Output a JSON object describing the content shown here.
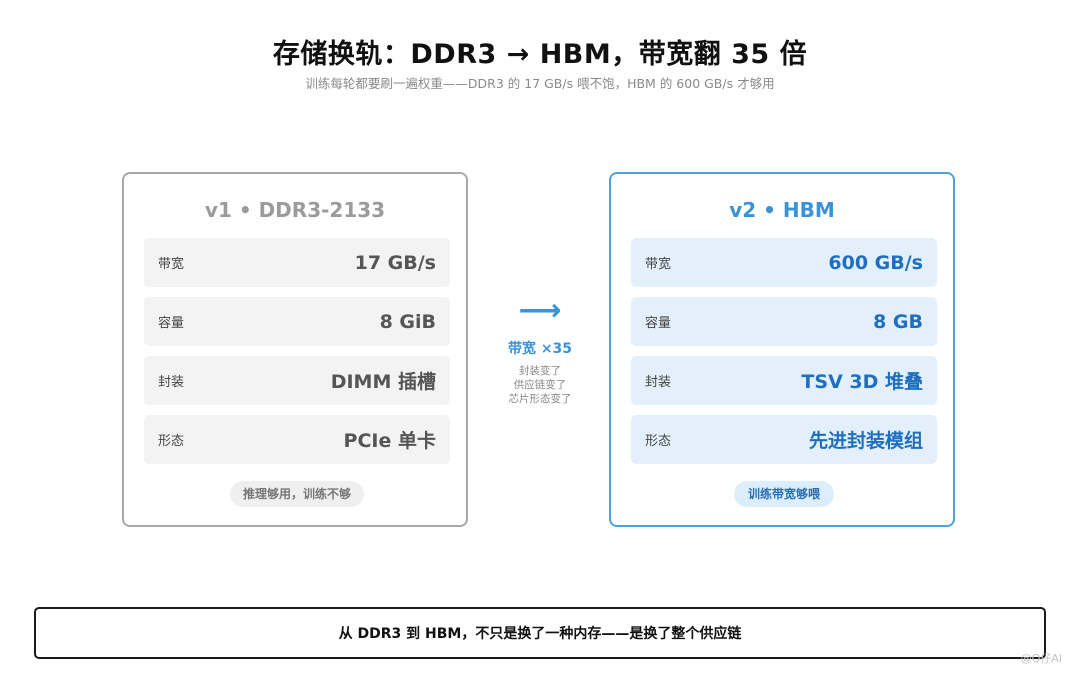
{
  "title": "存储换轨：DDR3 → HBM，带宽翻 35 倍",
  "subtitle": "训练每轮都要刷一遍权重——DDR3 的 17 GB/s 喂不饱，HBM 的 600 GB/s 才够用",
  "cards": [
    {
      "title": "v1 • DDR3-2133",
      "rows": [
        {
          "label": "带宽",
          "value": "17 GB/s"
        },
        {
          "label": "容量",
          "value": "8 GiB"
        },
        {
          "label": "封装",
          "value": "DIMM 插槽"
        },
        {
          "label": "形态",
          "value": "PCIe 单卡"
        }
      ],
      "pill": "推理够用，训练不够"
    },
    {
      "title": "v2 • HBM",
      "rows": [
        {
          "label": "带宽",
          "value": "600 GB/s"
        },
        {
          "label": "容量",
          "value": "8 GB"
        },
        {
          "label": "封装",
          "value": "TSV 3D 堆叠"
        },
        {
          "label": "形态",
          "value": "先进封装模组"
        }
      ],
      "pill": "训练带宽够喂"
    }
  ],
  "transition": {
    "arrow": "⟶",
    "title": "带宽 ×35",
    "notes": [
      "封装变了",
      "供应链变了",
      "芯片形态变了"
    ]
  },
  "footer": "从 DDR3 到 HBM，不只是换了一种内存——是换了整个供应链",
  "watermark": "@Q仔AI",
  "colors": {
    "accent_blue": "#3a93d6",
    "v1_border": "#a8a8a8",
    "v2_border": "#4aa2df"
  }
}
